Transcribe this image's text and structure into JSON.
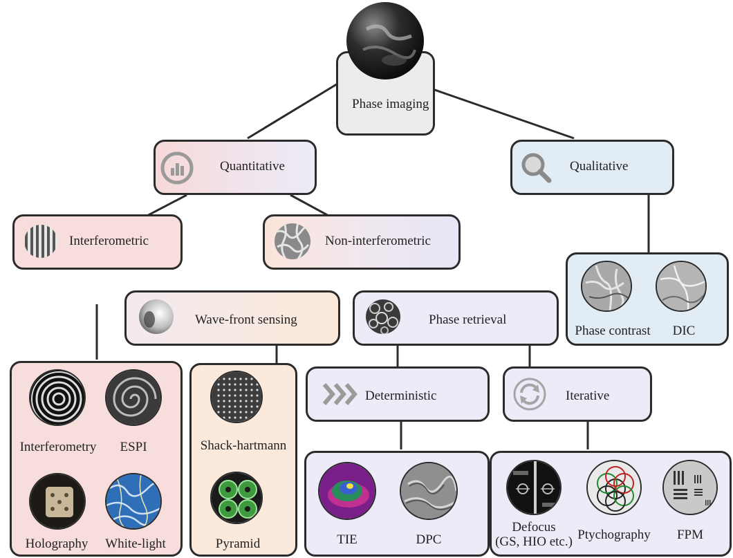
{
  "nodes": {
    "root": "Phase imaging",
    "quantitative": "Quantitative",
    "qualitative": "Qualitative",
    "interferometric": "Interferometric",
    "non_interferometric": "Non-interferometric",
    "wavefront": "Wave-front sensing",
    "phase_retrieval": "Phase retrieval",
    "deterministic": "Deterministic",
    "iterative": "Iterative"
  },
  "examples": {
    "interferometry": "Interferometry",
    "espi": "ESPI",
    "holography": "Holography",
    "white_light": "White-light",
    "shack_hartmann": "Shack-hartmann",
    "pyramid": "Pyramid",
    "tie": "TIE",
    "dpc": "DPC",
    "defocus_line1": "Defocus",
    "defocus_line2": "(GS, HIO etc.)",
    "ptychography": "Ptychography",
    "fpm": "FPM",
    "phase_contrast": "Phase contrast",
    "dic": "DIC"
  },
  "icons": {
    "quantitative": "bar-chart-icon",
    "qualitative": "magnifier-icon",
    "interferometric": "fringe-pattern-icon",
    "non_interferometric": "cell-texture-icon",
    "wavefront": "wavefront-sphere-icon",
    "phase_retrieval": "speckle-icon",
    "deterministic": "chevrons-icon",
    "iterative": "cycle-arrows-icon"
  },
  "colors": {
    "pink": "#f7dedd",
    "lavender": "#ecebf7",
    "peach": "#fbeadb",
    "blue": "#e1ecf5",
    "border": "#2b2b2b",
    "icon_grey": "#9a9a9a"
  }
}
